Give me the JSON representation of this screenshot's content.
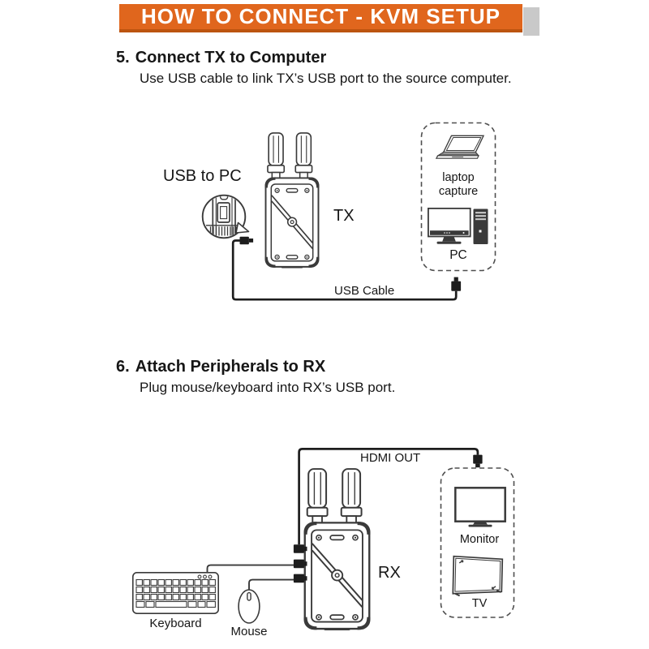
{
  "banner": {
    "title": "HOW TO CONNECT - KVM SETUP"
  },
  "step5": {
    "number": "5.",
    "title": "Connect TX to Computer",
    "description": "Use USB cable to link TX’s USB port to the source computer.",
    "labels": {
      "usb_to_pc": "USB to PC",
      "device": "TX",
      "usb_cable": "USB Cable",
      "laptop_capture": "laptop capture",
      "pc": "PC"
    }
  },
  "step6": {
    "number": "6.",
    "title": "Attach Peripherals to RX",
    "description": "Plug mouse/keyboard into RX’s USB port.",
    "labels": {
      "hdmi_out": "HDMI OUT",
      "device": "RX",
      "keyboard": "Keyboard",
      "mouse": "Mouse",
      "monitor": "Monitor",
      "tv": "TV"
    }
  },
  "colors": {
    "banner_bg": "#e0661d",
    "banner_edge": "#bc540f",
    "banner_shadow": "#c9c9c9",
    "line": "#3a3a3a",
    "cable": "#1d1d1d",
    "text": "#161616"
  }
}
